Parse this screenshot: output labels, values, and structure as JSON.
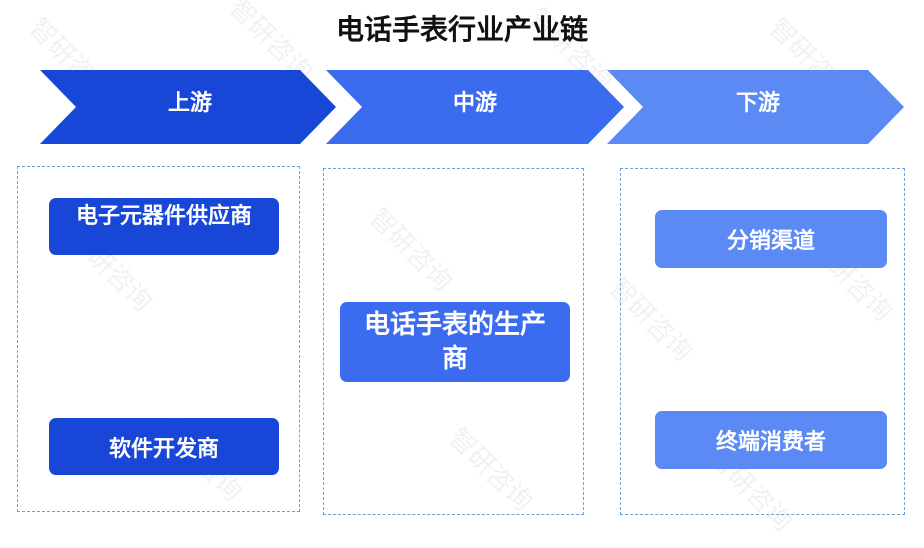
{
  "title": "电话手表行业产业链",
  "watermark_text": "智研咨询",
  "colors": {
    "upstream": "#1846d6",
    "midstream": "#3b6cef",
    "downstream": "#5b8af4",
    "panel_border": "#6f9ed6"
  },
  "stages": [
    {
      "label": "上游",
      "items": [
        "电子元器件供应商",
        "软件开发商"
      ]
    },
    {
      "label": "中游",
      "items": [
        "电话手表的生产商"
      ]
    },
    {
      "label": "下游",
      "items": [
        "分销渠道",
        "终端消费者"
      ]
    }
  ]
}
